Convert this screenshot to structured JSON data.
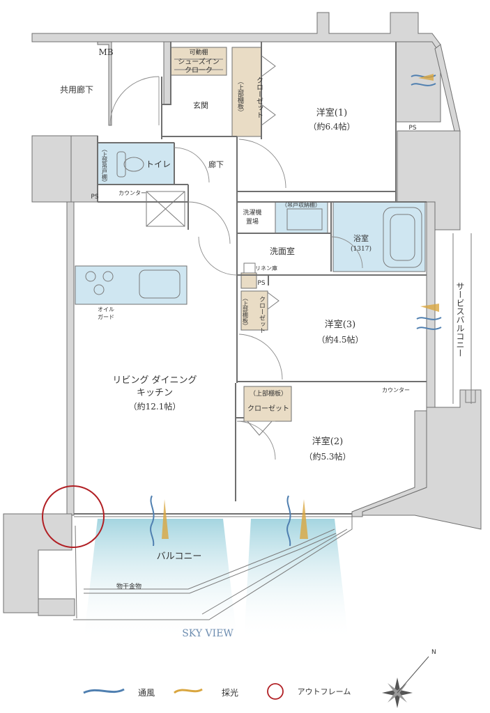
{
  "rooms": {
    "mb": "MB",
    "common_corridor": "共用廊下",
    "shoes_in_closet_top": "可動棚",
    "shoes_in_closet": "シューズイン",
    "shoes_in_closet_2": "クローク",
    "entrance": "玄関",
    "closet_vertical": "クローゼット",
    "upper_shelf_vertical": "（上部棚板）",
    "western1": "洋室(1)",
    "western1_size": "（約6.4帖）",
    "ps": "PS",
    "toilet": "トイレ",
    "toilet_cabinet": "（上部吊戸棚）",
    "hallway": "廊下",
    "counter": "カウンター",
    "washer": "洗濯機",
    "washer_2": "置場",
    "storage_top": "（吊戸収納棚）",
    "bathroom": "浴室",
    "bathroom_size": "(1317)",
    "washroom": "洗面室",
    "linen": "リネン庫",
    "oil_guard": "オイル",
    "oil_guard_2": "ガード",
    "western3": "洋室(3)",
    "western3_size": "（約4.5帖）",
    "service_balcony": "サービスバルコニー",
    "ldk_1": "リビング ダイニング",
    "ldk_2": "キッチン",
    "ldk_size": "（約12.1帖）",
    "upper_shelf": "（上部棚板）",
    "closet": "クローゼット",
    "western2": "洋室(2)",
    "western2_size": "（約5.3帖）",
    "balcony": "バルコニー",
    "drying_rack": "物干金物",
    "sky_view": "SKY VIEW"
  },
  "legend": {
    "ventilation": "通風",
    "daylight": "採光",
    "outframe": "アウトフレーム"
  },
  "compass": {
    "north": "N"
  },
  "colors": {
    "wall": "#d7d7d7",
    "wet_area": "#cfe6f1",
    "closet": "#e9dcc5",
    "wind": "#4f7fb0",
    "light": "#d9a640",
    "outframe": "#b11f24",
    "sky": "#9fd2dd"
  }
}
